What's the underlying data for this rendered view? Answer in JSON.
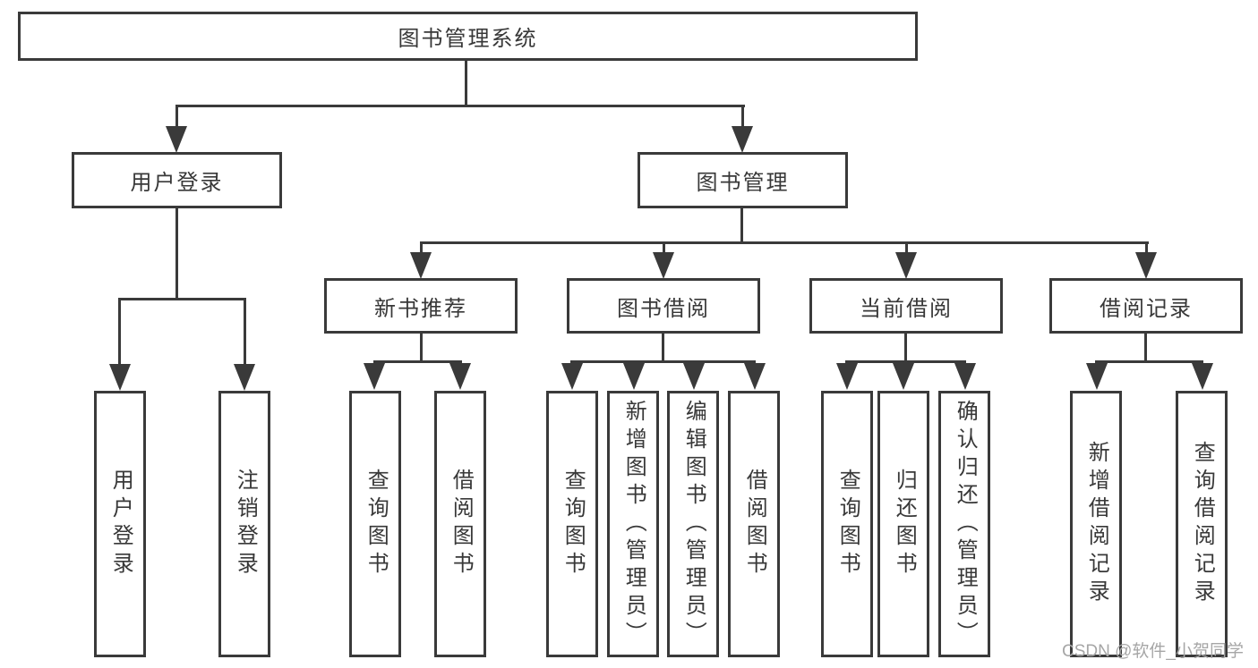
{
  "diagram": {
    "title": "图书管理系统",
    "level2": {
      "user_login": "用户登录",
      "book_management": "图书管理"
    },
    "level3": {
      "new_book_recommend": "新书推荐",
      "book_borrowing": "图书借阅",
      "current_borrowing": "当前借阅",
      "borrowing_records": "借阅记录"
    },
    "leaves": {
      "user_login": [
        "用户登录",
        "注销登录"
      ],
      "new_book_recommend": [
        "查询图书",
        "借阅图书"
      ],
      "book_borrowing": [
        "查询图书",
        "新增图书（管理员）",
        "编辑图书（管理员）",
        "借阅图书"
      ],
      "current_borrowing": [
        "查询图书",
        "归还图书",
        "确认归还（管理员）"
      ],
      "borrowing_records": [
        "新增借阅记录",
        "查询借阅记录"
      ]
    },
    "colors": {
      "line": "#3a3a3a",
      "text": "#383838",
      "background": "#ffffff",
      "watermark": "#a6a6a6"
    }
  },
  "watermark": "CSDN @软件_小贺同学"
}
